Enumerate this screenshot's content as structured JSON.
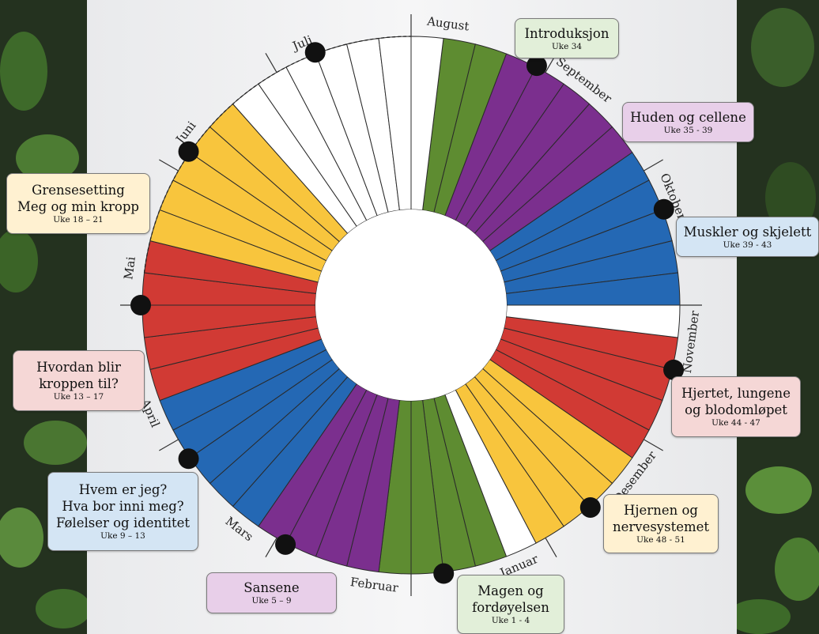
{
  "months": [
    "August",
    "September",
    "Oktober",
    "November",
    "Desember",
    "Januar",
    "Februar",
    "Mars",
    "April",
    "Mai",
    "Juni",
    "Juli"
  ],
  "colors": {
    "green": "#5e8c31",
    "purple": "#7b2f8e",
    "blue": "#2468b4",
    "red": "#d13a34",
    "yellow": "#f8c53d",
    "callout_green": "#e2efd9",
    "callout_purple": "#e8cfe9",
    "callout_blue": "#d4e5f4",
    "callout_red": "#f5d7d6",
    "callout_yellow": "#fff1d1"
  },
  "callouts": [
    {
      "title": "Introduksjon",
      "weeks": "Uke 34",
      "color": "callout_green"
    },
    {
      "title": "Huden og cellene",
      "weeks": "Uke 35 - 39",
      "color": "callout_purple"
    },
    {
      "title": "Muskler og skjelett",
      "weeks": "Uke 39 - 43",
      "color": "callout_blue"
    },
    {
      "title": "Hjertet, lungene\nog blodomløpet",
      "weeks": "Uke 44 - 47",
      "color": "callout_red"
    },
    {
      "title": "Hjernen og\nnervesystemet",
      "weeks": "Uke 48 - 51",
      "color": "callout_yellow"
    },
    {
      "title": "Magen og\nfordøyelsen",
      "weeks": "Uke 1 - 4",
      "color": "callout_green"
    },
    {
      "title": "Sansene",
      "weeks": "Uke 5 – 9",
      "color": "callout_purple"
    },
    {
      "title": "Hvem er jeg?\nHva bor inni meg?\nFølelser og identitet",
      "weeks": "Uke 9 – 13",
      "color": "callout_blue"
    },
    {
      "title": "Hvordan blir\nkroppen til?",
      "weeks": "Uke 13 – 17",
      "color": "callout_red"
    },
    {
      "title": "Grensesetting\nMeg og min kropp",
      "weeks": "Uke 18 – 21",
      "color": "callout_yellow"
    }
  ],
  "chart_data": {
    "type": "pie",
    "title": "",
    "unit": "weeks",
    "start_month": "August",
    "direction": "clockwise",
    "segments": [
      {
        "label": "Introduksjon",
        "weeks": "Uke 34",
        "color": "green",
        "slices": 2
      },
      {
        "label": "Huden og cellene",
        "weeks": "Uke 35 - 39",
        "color": "purple",
        "slices": 5
      },
      {
        "label": "Muskler og skjelett",
        "weeks": "Uke 39 - 43",
        "color": "blue",
        "slices": 5
      },
      {
        "label": "Hjertet, lungene og blodomløpet",
        "weeks": "Uke 44 - 47",
        "color": "red",
        "slices": 4
      },
      {
        "label": "Hjernen og nervesystemet",
        "weeks": "Uke 48 - 51",
        "color": "yellow",
        "slices": 4
      },
      {
        "label": "Magen og fordøyelsen",
        "weeks": "Uke 1 - 4",
        "color": "green",
        "slices": 4
      },
      {
        "label": "Sansene",
        "weeks": "Uke 5 – 9",
        "color": "purple",
        "slices": 4
      },
      {
        "label": "Hvem er jeg? Hva bor inni meg? Følelser og identitet",
        "weeks": "Uke 9 – 13",
        "color": "blue",
        "slices": 5
      },
      {
        "label": "Hvordan blir kroppen til?",
        "weeks": "Uke 13 – 17",
        "color": "red",
        "slices": 5
      },
      {
        "label": "Grensesetting Meg og min kropp",
        "weeks": "Uke 18 – 21",
        "color": "yellow",
        "slices": 5
      }
    ]
  }
}
